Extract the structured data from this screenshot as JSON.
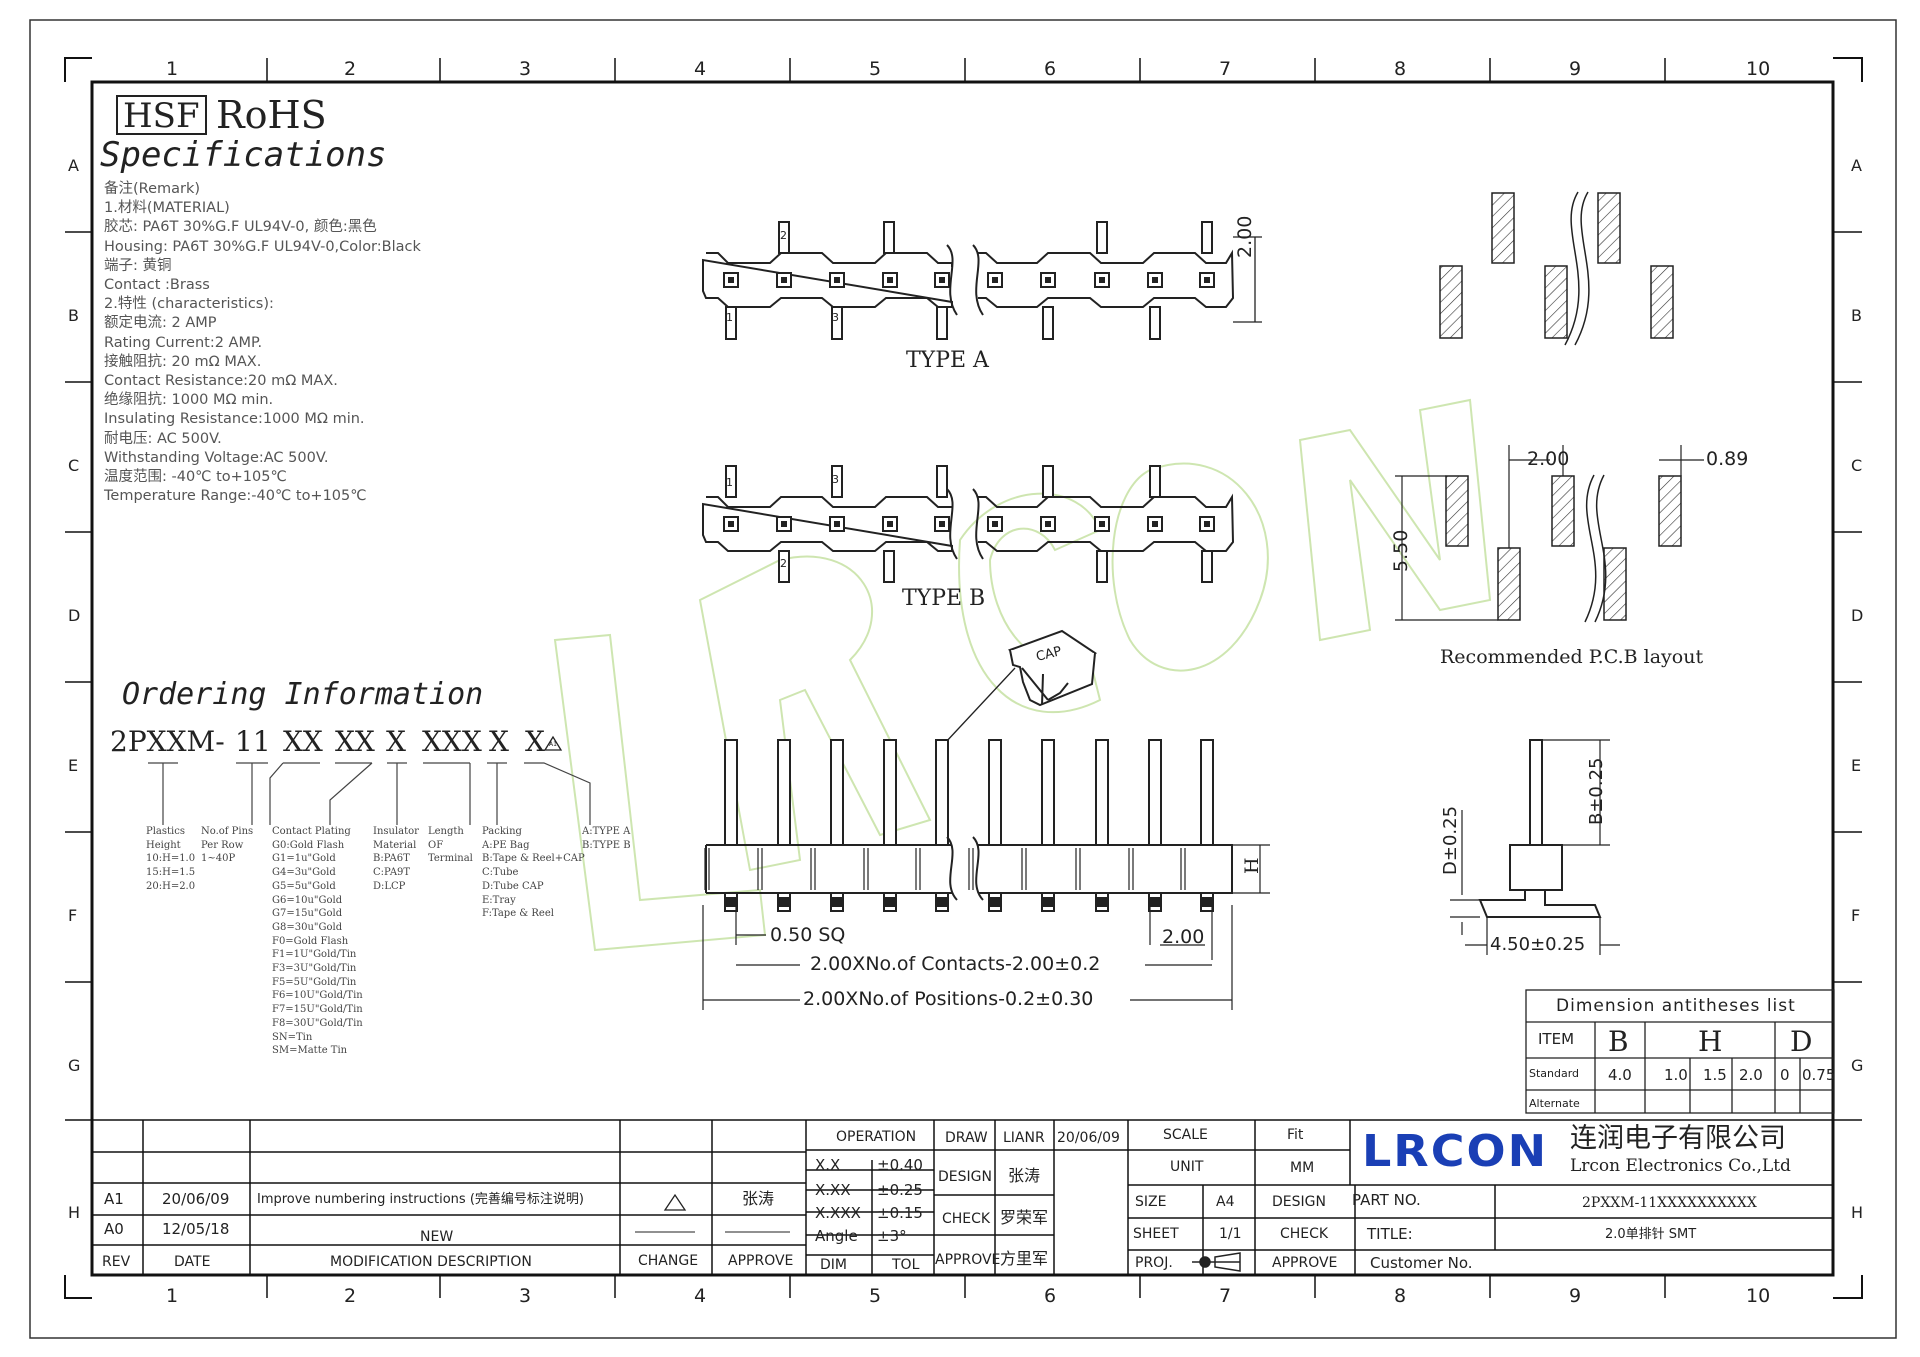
{
  "grid": {
    "cols": [
      "1",
      "2",
      "3",
      "4",
      "5",
      "6",
      "7",
      "8",
      "9",
      "10"
    ],
    "rows": [
      "A",
      "B",
      "C",
      "D",
      "E",
      "F",
      "G",
      "H"
    ]
  },
  "header": {
    "hsf": "HSF",
    "rohs": "RoHS",
    "spec_title": "Specifications"
  },
  "remark": [
    "备注(Remark)",
    "1.材料(MATERIAL)",
    "胶芯: PA6T 30%G.F UL94V-0, 颜色:黑色",
    "Housing: PA6T 30%G.F UL94V-0,Color:Black",
    "端子: 黄铜",
    "Contact :Brass",
    "2.特性 (characteristics):",
    "额定电流: 2 AMP",
    "Rating Current:2 AMP.",
    "接触阻抗: 20 mΩ MAX.",
    "Contact Resistance:20 mΩ MAX.",
    "绝缘阻抗: 1000 MΩ min.",
    "Insulating Resistance:1000 MΩ min.",
    "耐电压: AC 500V.",
    "Withstanding Voltage:AC 500V.",
    "温度范围: -40℃ to+105℃",
    "Temperature Range:-40℃ to+105℃"
  ],
  "types": {
    "a": "TYPE A",
    "b": "TYPE B"
  },
  "pins": {
    "p1": "1",
    "p2": "2",
    "p3": "3"
  },
  "dims": {
    "pitch_top": "2.00",
    "pcb_pitch": "2.00",
    "pcb_width": "0.89",
    "pcb_height": "5.50",
    "pcb_caption": "Recommended P.C.B layout",
    "cap": "CAP",
    "sq": "0.50 SQ",
    "pitch_bottom": "2.00",
    "contacts": "2.00XNo.of Contacts-2.00±0.2",
    "positions": "2.00XNo.of Positions-0.2±0.30",
    "h": "H",
    "b": "B±0.25",
    "d": "D±0.25",
    "side_width": "4.50±0.25"
  },
  "ordering": {
    "title": "Ordering Information",
    "code": [
      "2PXXM-",
      "11",
      "XX",
      "XX",
      "X",
      "XXX",
      "X",
      "X"
    ],
    "rev_mark": "A1",
    "legend": [
      {
        "lines": [
          "Plastics",
          "Height",
          "10:H=1.0",
          "15:H=1.5",
          "20:H=2.0"
        ]
      },
      {
        "lines": [
          "No.of Pins",
          "Per Row",
          "1~40P"
        ]
      },
      {
        "lines": [
          "Contact Plating",
          "G0:Gold Flash",
          "G1=1u\"Gold",
          "G4=3u\"Gold",
          "G5=5u\"Gold",
          "G6=10u\"Gold",
          "G7=15u\"Gold",
          "G8=30u\"Gold",
          "F0=Gold Flash",
          "F1=1U\"Gold/Tin",
          "F3=3U\"Gold/Tin",
          "F5=5U\"Gold/Tin",
          "F6=10U\"Gold/Tin",
          "F7=15U\"Gold/Tin",
          "F8=30U\"Gold/Tin",
          "SN=Tin",
          "SM=Matte Tin"
        ]
      },
      {
        "lines": [
          "Insulator",
          "Material",
          "B:PA6T",
          "C:PA9T",
          "D:LCP"
        ]
      },
      {
        "lines": [
          "Length",
          "OF",
          "Terminal"
        ]
      },
      {
        "lines": [
          "Packing",
          "A:PE Bag",
          "B:Tape & Reel+CAP",
          "C:Tube",
          "D:Tube CAP",
          "E:Tray",
          "F:Tape & Reel"
        ]
      },
      {
        "lines": [
          "A:TYPE A",
          "B:TYPE B"
        ]
      }
    ]
  },
  "dim_list": {
    "title": "Dimension antitheses list",
    "item": "ITEM",
    "cols": [
      "B",
      "H",
      "D"
    ],
    "standard_label": "Standard",
    "alternate_label": "Alternate",
    "standard": [
      "4.0",
      "1.0",
      "1.5",
      "2.0",
      "0",
      "0.75"
    ]
  },
  "revision": {
    "headers": {
      "rev": "REV",
      "date": "DATE",
      "desc": "MODIFICATION DESCRIPTION",
      "change": "CHANGE",
      "approve": "APPROVE"
    },
    "rows": [
      {
        "rev": "A1",
        "date": "20/06/09",
        "desc": "Improve numbering instructions (完善编号标注说明)",
        "approve": "张涛"
      },
      {
        "rev": "A0",
        "date": "12/05/18",
        "desc": "NEW"
      }
    ]
  },
  "tolerance": {
    "operation": "OPERATION",
    "rows": [
      [
        "X.X",
        "±0.40"
      ],
      [
        "X.XX",
        "±0.25"
      ],
      [
        "X.XXX",
        "±0.15"
      ],
      [
        "Angle",
        "±3°"
      ]
    ],
    "dim": "DIM",
    "tol": "TOL"
  },
  "signoff": {
    "draw": "DRAW",
    "draw_name": "LIANR",
    "draw_date": "20/06/09",
    "design": "DESIGN",
    "design_name": "张涛",
    "check": "CHECK",
    "check_name": "罗荣军",
    "approve": "APPROVE",
    "approve_name": "方里军"
  },
  "scale_block": {
    "scale": "SCALE",
    "fit": "Fit",
    "unit": "UNIT",
    "mm": "MM",
    "size": "SIZE",
    "a4": "A4",
    "design": "DESIGN",
    "sheet": "SHEET",
    "sheet_val": "1/1",
    "check": "CHECK",
    "proj": "PROJ.",
    "approve": "APPROVE"
  },
  "company": {
    "logo": "LRCON",
    "name_cn": "连润电子有限公司",
    "name_en": "Lrcon Electronics Co.,Ltd",
    "part_no_label": "PART NO.",
    "part_no": "2PXXM-11XXXXXXXXXX",
    "title_label": "TITLE:",
    "title": "2.0单排针 SMT",
    "customer_label": "Customer No."
  },
  "watermark": "LRCON",
  "colors": {
    "logo": "#1a3fb5",
    "watermark": "#c9e3a8",
    "line": "#222222"
  }
}
